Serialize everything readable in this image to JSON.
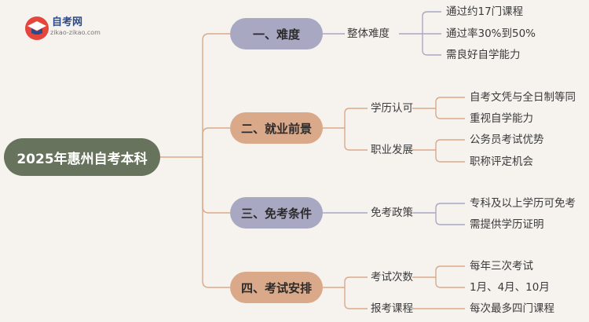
{
  "logo": {
    "title": "自考网",
    "subtitle": "zikao-zikao.com",
    "icon": "graduation-cap-icon"
  },
  "root": {
    "label": "2025年惠州自考本科"
  },
  "branches": [
    {
      "label": "一、难度",
      "children": [
        {
          "label": "整体难度",
          "leaves": [
            "通过约17门课程",
            "通过率30%到50%",
            "需良好自学能力"
          ]
        }
      ]
    },
    {
      "label": "二、就业前景",
      "children": [
        {
          "label": "学历认可",
          "leaves": [
            "自考文凭与全日制等同",
            "重视自学能力"
          ]
        },
        {
          "label": "职业发展",
          "leaves": [
            "公务员考试优势",
            "职称评定机会"
          ]
        }
      ]
    },
    {
      "label": "三、免考条件",
      "children": [
        {
          "label": "免考政策",
          "leaves": [
            "专科及以上学历可免考",
            "需提供学历证明"
          ]
        }
      ]
    },
    {
      "label": "四、考试安排",
      "children": [
        {
          "label": "考试次数",
          "leaves": [
            "每年三次考试",
            "1月、4月、10月"
          ]
        },
        {
          "label": "报考课程",
          "leaves": [
            "每次最多四门课程"
          ]
        }
      ]
    }
  ],
  "colors": {
    "root": "#67735c",
    "purple": "#a9a8c3",
    "orange": "#d9a98a",
    "line_root": "#d9a98a",
    "line_purple": "#a9a8c3",
    "line_orange": "#d9a98a",
    "background": "#f6f3ef"
  }
}
